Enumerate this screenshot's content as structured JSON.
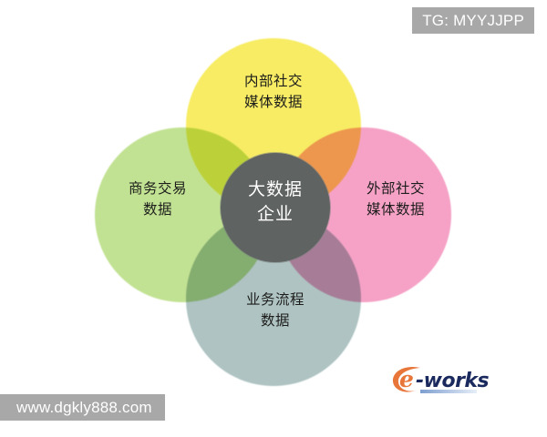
{
  "diagram": {
    "title_hidden": "",
    "center": {
      "label": "大数据\n企业",
      "color": "#5f6362",
      "text_color": "#ffffff"
    },
    "petals": [
      {
        "id": "internal-social-media-data",
        "label": "内部社交\n媒体数据",
        "position": "top",
        "color": "#f7ec63"
      },
      {
        "id": "business-transaction-data",
        "label": "商务交易\n数据",
        "position": "left",
        "color": "#c2e293"
      },
      {
        "id": "external-social-media-data",
        "label": "外部社交\n媒体数据",
        "position": "right",
        "color": "#f5a2c6"
      },
      {
        "id": "business-process-data",
        "label": "业务流程\n数据",
        "position": "bottom",
        "color": "#aec3c2"
      }
    ]
  },
  "watermarks": {
    "telegram": "TG: MYYJJPP",
    "url": "www.dgkly888.com",
    "box_color": "#a8a8a8",
    "text_color": "#ffffff"
  },
  "logo": {
    "e_text": "e",
    "works_text": "-works",
    "e_color": "#e8763a",
    "works_color": "#1b2a5e",
    "bar_color": "#9fb6d8"
  }
}
